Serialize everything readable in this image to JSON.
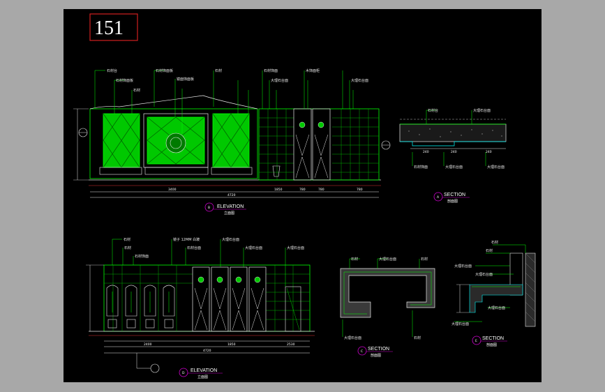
{
  "drawing_number": "151",
  "elevation_top": {
    "title": "ELEVATION",
    "subtitle": "立面图",
    "marker": "B",
    "labels_left": [
      "石材台",
      "石材饰面板",
      "石材"
    ],
    "labels_center": [
      "石材饰面板",
      "镜面饰面板"
    ],
    "labels_right": [
      "石材",
      "石材饰面",
      "大理石台面",
      "木饰面柜",
      "大理石台面"
    ],
    "dims_bottom": [
      "3400",
      "4720",
      "1850",
      "780",
      "780",
      "780"
    ]
  },
  "section_a": {
    "title": "SECTION",
    "subtitle": "剖面图",
    "marker": "A",
    "labels": [
      "石材台",
      "大理石台面",
      "石材饰面",
      "大理石台面",
      "大理石台面"
    ],
    "dims": [
      "240",
      "240",
      "240"
    ]
  },
  "elevation_bottom": {
    "title": "ELEVATION",
    "subtitle": "立面图",
    "marker": "D",
    "labels": [
      "石材",
      "石材",
      "石材饰面",
      "镜子 12MM 白玻",
      "石材台面",
      "大理石台面",
      "大理石台面",
      "大理石台面"
    ],
    "dims_bottom": [
      "2400",
      "4720",
      "1850",
      "2530"
    ]
  },
  "section_c": {
    "title": "SECTION",
    "subtitle": "剖面图",
    "marker": "C",
    "labels": [
      "石材",
      "大理石台面",
      "石材",
      "大理石台面",
      "石材"
    ]
  },
  "section_e": {
    "title": "SECTION",
    "subtitle": "剖面图",
    "marker": "E",
    "labels": [
      "石材",
      "石材",
      "大理石台面",
      "大理石台面",
      "大理石台面",
      "大理石台面"
    ]
  }
}
